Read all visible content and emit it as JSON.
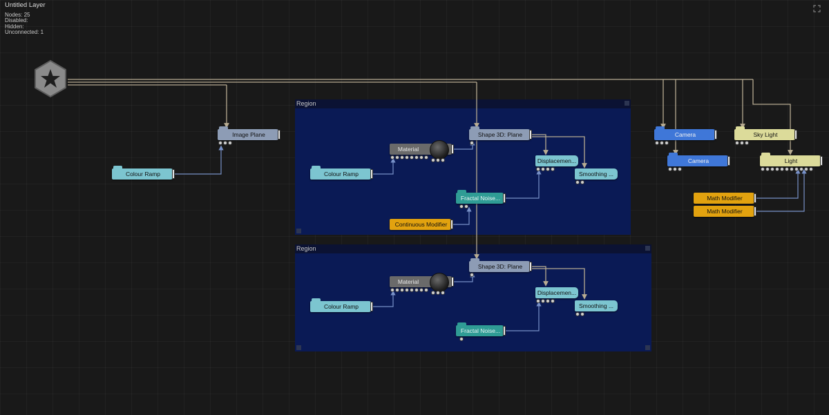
{
  "layer": {
    "title": "Untitled  Layer",
    "stats": [
      "Nodes:  25",
      "Disabled:",
      "Hidden:",
      "Unconnected:  1"
    ]
  },
  "regions": [
    {
      "label": "Region"
    },
    {
      "label": "Region"
    }
  ],
  "nodes": {
    "image_plane": "Image  Plane",
    "colour_ramp_main": "Colour  Ramp",
    "colour_ramp_r1": "Colour  Ramp",
    "material_r1": "Material",
    "shape3d_r1": "Shape  3D:  Plane",
    "displacement_r1": "Displacemen...",
    "smoothing_r1": "Smoothing  ...",
    "fractal_r1": "Fractal  Noise...",
    "continuous_modifier": "Continuous  Modifier",
    "colour_ramp_r2": "Colour  Ramp",
    "material_r2": "Material",
    "shape3d_r2": "Shape  3D:  Plane",
    "displacement_r2": "Displacemen...",
    "smoothing_r2": "Smoothing  ...",
    "fractal_r2": "Fractal  Noise...",
    "camera_1": "Camera",
    "camera_2": "Camera",
    "sky_light": "Sky  Light",
    "light": "Light",
    "math_modifier_1": "Math  Modifier",
    "math_modifier_2": "Math  Modifier"
  },
  "colors": {
    "canvas": "#191919",
    "region": "#0a1a55",
    "colour_node": "#7cc5d0",
    "object_node": "#8d9cb5",
    "material_node": "#6a6a6a",
    "noise_node": "#2f9c95",
    "modifier_node": "#e2a20f",
    "camera_node": "#3f77d8",
    "light_node": "#dcdb9a",
    "wire_root": "#b8ac92",
    "wire_data": "#7891c8"
  },
  "icons": {
    "root": "gear-star-icon",
    "expand": "expand-icon",
    "material_preview": "material-sphere-icon"
  }
}
